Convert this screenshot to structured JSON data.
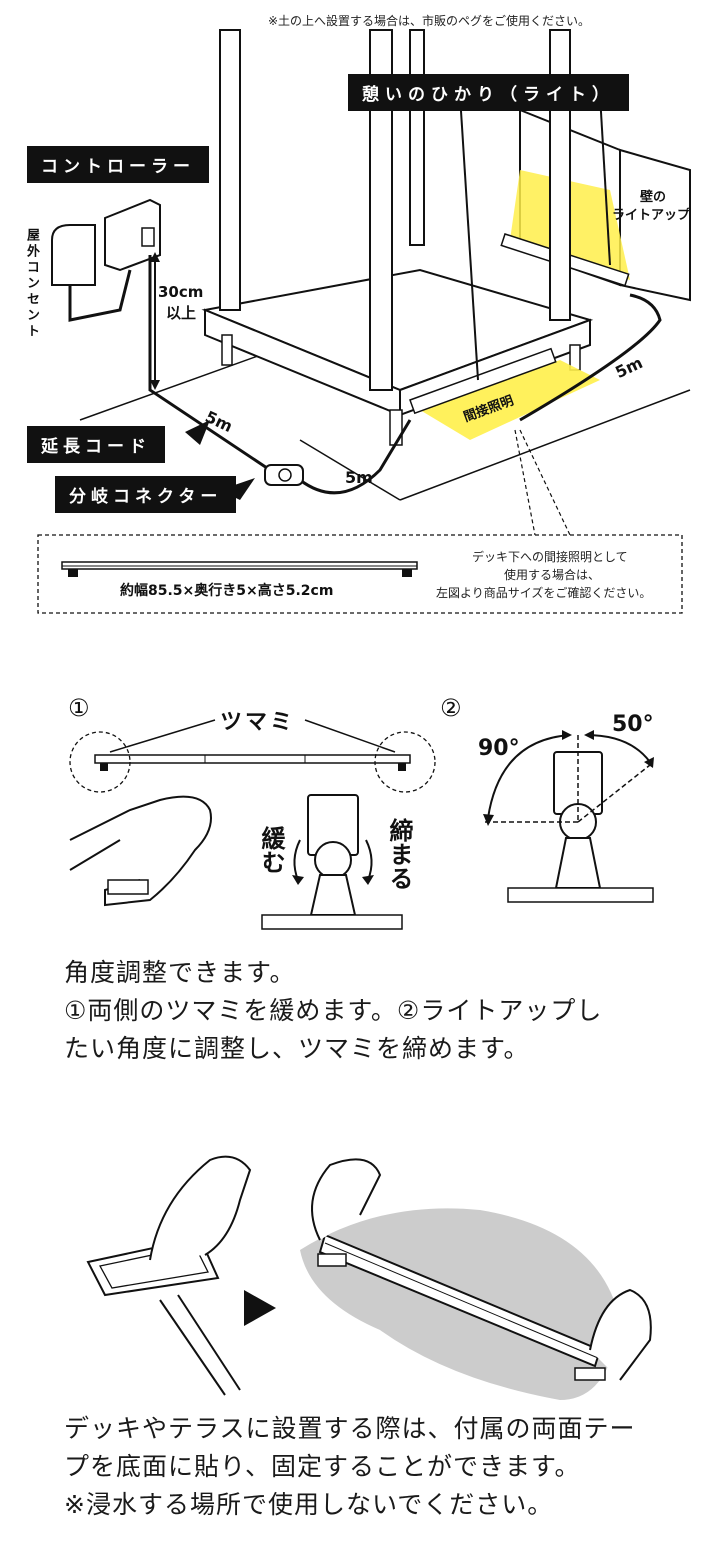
{
  "top": {
    "note": "※土の上へ設置する場合は、市販のペグをご使用ください。",
    "main_label": "憩いのひかり（ライト）",
    "controller_label": "コントローラー",
    "outlet_label": "屋外コンセント",
    "height_value": "30cm",
    "height_suffix": "以上",
    "wall_label_1": "壁の",
    "wall_label_2": "ライトアップ",
    "indirect_label": "間接照明",
    "cord_label": "延長コード",
    "connector_label": "分岐コネクター",
    "length_left": "5m",
    "length_middle": "5m",
    "length_right": "5m",
    "dims": "約幅85.5×奥行き5×高さ5.2cm",
    "info_1": "デッキ下への間接照明として",
    "info_2": "使用する場合は、",
    "info_3": "左図より商品サイズをご確認ください。"
  },
  "adjust": {
    "step1_num": "①",
    "step2_num": "②",
    "knob_label": "ツマミ",
    "loosen": "緩む",
    "tighten": "締まる",
    "angle_left": "90°",
    "angle_right": "50°",
    "desc_1": "角度調整できます。",
    "desc_2": "①両側のツマミを緩めます。②ライトアップし",
    "desc_3": "たい角度に調整し、ツマミを締めます。"
  },
  "mount": {
    "arrow_icon": "play-arrow-icon",
    "desc_1": "デッキやテラスに設置する際は、付属の両面テー",
    "desc_2": "プを底面に貼り、固定することができます。",
    "desc_3": "※浸水する場所で使用しないでください。"
  }
}
